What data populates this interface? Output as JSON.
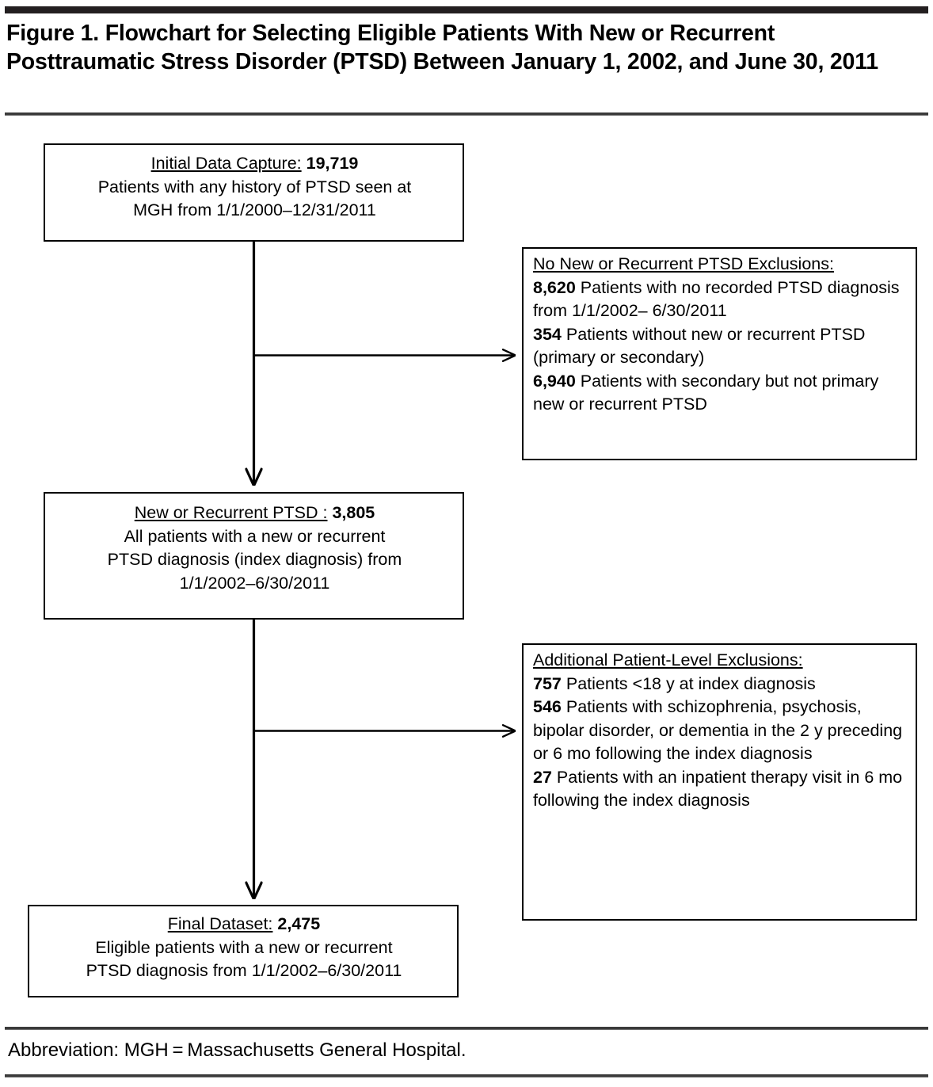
{
  "figure": {
    "title": "Figure 1. Flowchart for Selecting Eligible Patients With New or Recurrent Posttraumatic Stress Disorder (PTSD) Between January 1, 2002, and June 30, 2011",
    "type": "flowchart",
    "orientation": "top-to-bottom with right-side exclusion callouts"
  },
  "boxes": {
    "initial": {
      "header_label": "Initial Data Capture:",
      "header_count": "19,719",
      "body_line_1": "Patients with any history of PTSD seen at",
      "body_line_2": "MGH  from 1/1/2000–12/31/2011"
    },
    "exclusions_1": {
      "header_label": "No New or Recurrent PTSD Exclusions:",
      "items": [
        {
          "count": "8,620",
          "text": "Patients with no recorded PTSD diagnosis from 1/1/2002– 6/30/2011"
        },
        {
          "count": "354",
          "text": "Patients without new or recurrent PTSD (primary or secondary)"
        },
        {
          "count": "6,940",
          "text": "Patients with secondary but not primary new or recurrent PTSD"
        }
      ]
    },
    "new_or_recurrent": {
      "header_label": "New or Recurrent PTSD :",
      "header_count": "3,805",
      "body_line_1": "All patients with a new or recurrent",
      "body_line_2": "PTSD diagnosis (index diagnosis) from",
      "body_line_3": "1/1/2002–6/30/2011"
    },
    "exclusions_2": {
      "header_label": "Additional Patient-Level Exclusions:",
      "items": [
        {
          "count": "757",
          "text": "Patients <18 y at index diagnosis"
        },
        {
          "count": "546",
          "text": "Patients with schizophrenia, psychosis, bipolar disorder, or dementia in the 2 y preceding or 6 mo following the index diagnosis"
        },
        {
          "count": "27",
          "text": "Patients with an inpatient therapy visit in 6  mo following the index diagnosis"
        }
      ]
    },
    "final": {
      "header_label": "Final Dataset:",
      "header_count": "2,475",
      "body_line_1": "Eligible patients with a new or recurrent",
      "body_line_2": "PTSD diagnosis from 1/1/2002–6/30/2011"
    }
  },
  "footnote": {
    "abbreviation": "Abbreviation: MGH = Massachusetts General Hospital."
  },
  "colors": {
    "ink": "#000000",
    "rule": "#3a3a3a",
    "page": "#ffffff"
  }
}
